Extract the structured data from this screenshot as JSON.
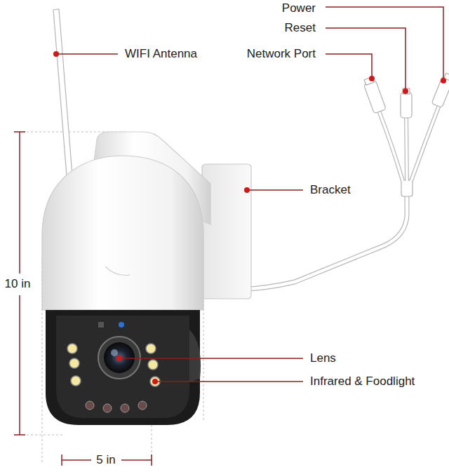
{
  "diagram": {
    "labels": [
      "Power",
      "Reset",
      "Network Port",
      "WIFI Antenna",
      "Bracket",
      "10 in",
      "Lens",
      "Infrared & Foodlight",
      "5 in"
    ]
  }
}
